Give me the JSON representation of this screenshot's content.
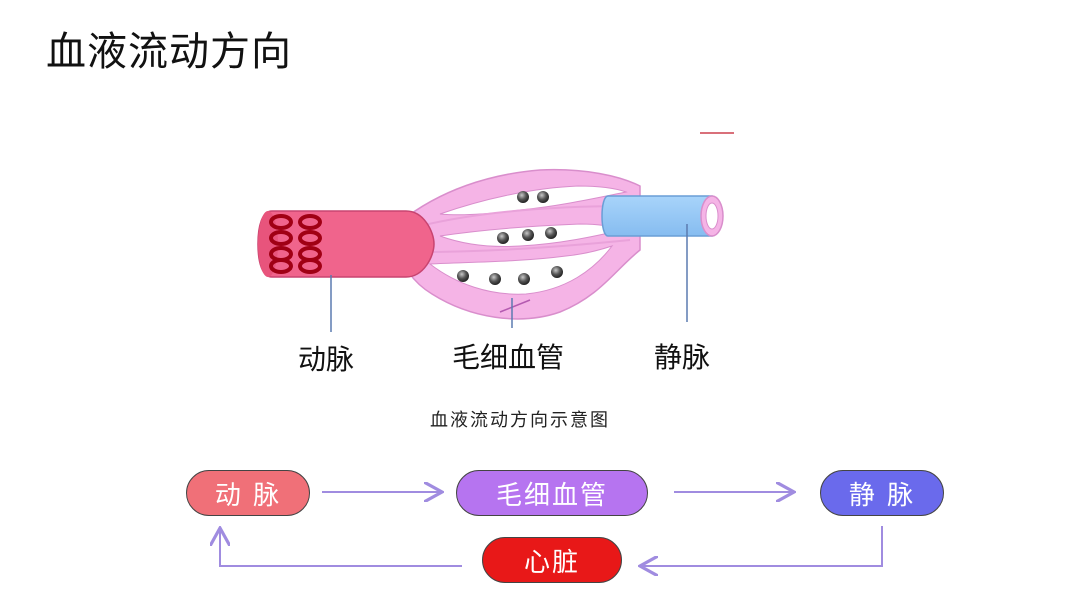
{
  "slide": {
    "title": "血液流动方向"
  },
  "diagram": {
    "labels": {
      "artery": "动脉",
      "capillary": "毛细血管",
      "vein": "静脉"
    },
    "caption": "血液流动方向示意图",
    "colors": {
      "artery": "#f0648c",
      "capillary": "#f5b4e6",
      "vein": "#9ac8f5",
      "blood_cell": "#a00014"
    }
  },
  "flow": {
    "nodes": {
      "artery": {
        "label": "动 脉",
        "color": "#f07078"
      },
      "capillary": {
        "label": "毛细血管",
        "color": "#b674f0"
      },
      "vein": {
        "label": "静 脉",
        "color": "#6a6aec"
      },
      "heart": {
        "label": "心脏",
        "color": "#e81818"
      }
    },
    "arrow_color": "#a08ce0"
  }
}
